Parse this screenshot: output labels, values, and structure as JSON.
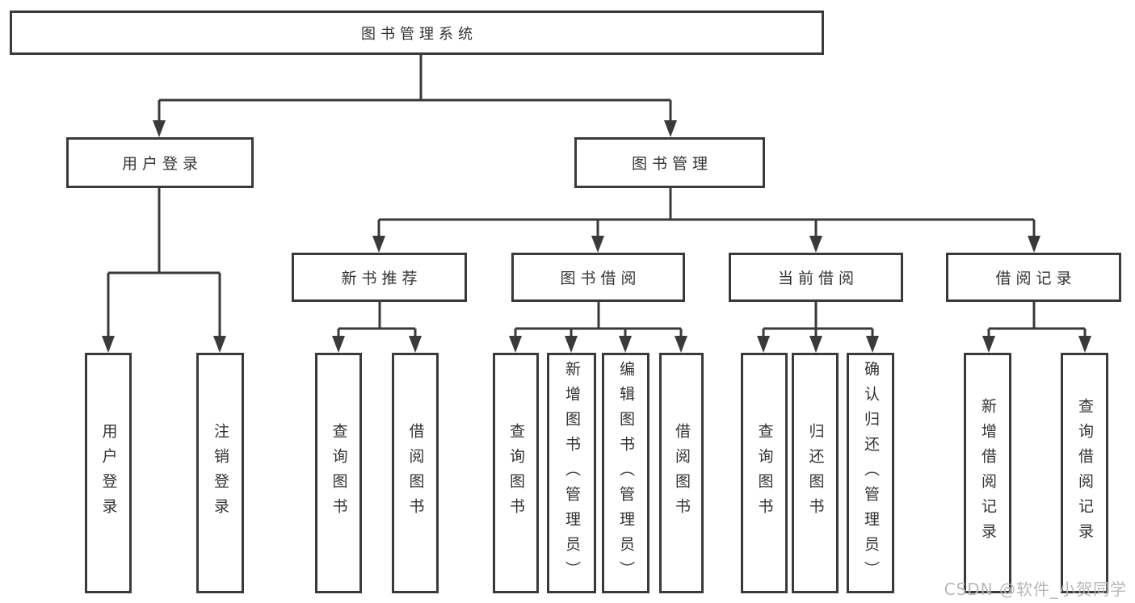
{
  "tree": {
    "label": "图书管理系统",
    "children": [
      {
        "label": "用户登录",
        "children": [
          {
            "label": "用户登录"
          },
          {
            "label": "注销登录"
          }
        ]
      },
      {
        "label": "图书管理",
        "children": [
          {
            "label": "新书推荐",
            "children": [
              {
                "label": "查询图书"
              },
              {
                "label": "借阅图书"
              }
            ]
          },
          {
            "label": "图书借阅",
            "children": [
              {
                "label": "查询图书"
              },
              {
                "label": "新增图书（管理员）"
              },
              {
                "label": "编辑图书（管理员）"
              },
              {
                "label": "借阅图书"
              }
            ]
          },
          {
            "label": "当前借阅",
            "children": [
              {
                "label": "查询图书"
              },
              {
                "label": "归还图书"
              },
              {
                "label": "确认归还（管理员）"
              }
            ]
          },
          {
            "label": "借阅记录",
            "children": [
              {
                "label": "新增借阅记录"
              },
              {
                "label": "查询借阅记录"
              }
            ]
          }
        ]
      }
    ]
  },
  "watermark": {
    "text": "CSDN @软件_小贺同学"
  },
  "style": {
    "line_color": "#3a3a3a",
    "text_color": "#333333",
    "watermark_color": "#b8b8b8",
    "background": "#ffffff"
  }
}
